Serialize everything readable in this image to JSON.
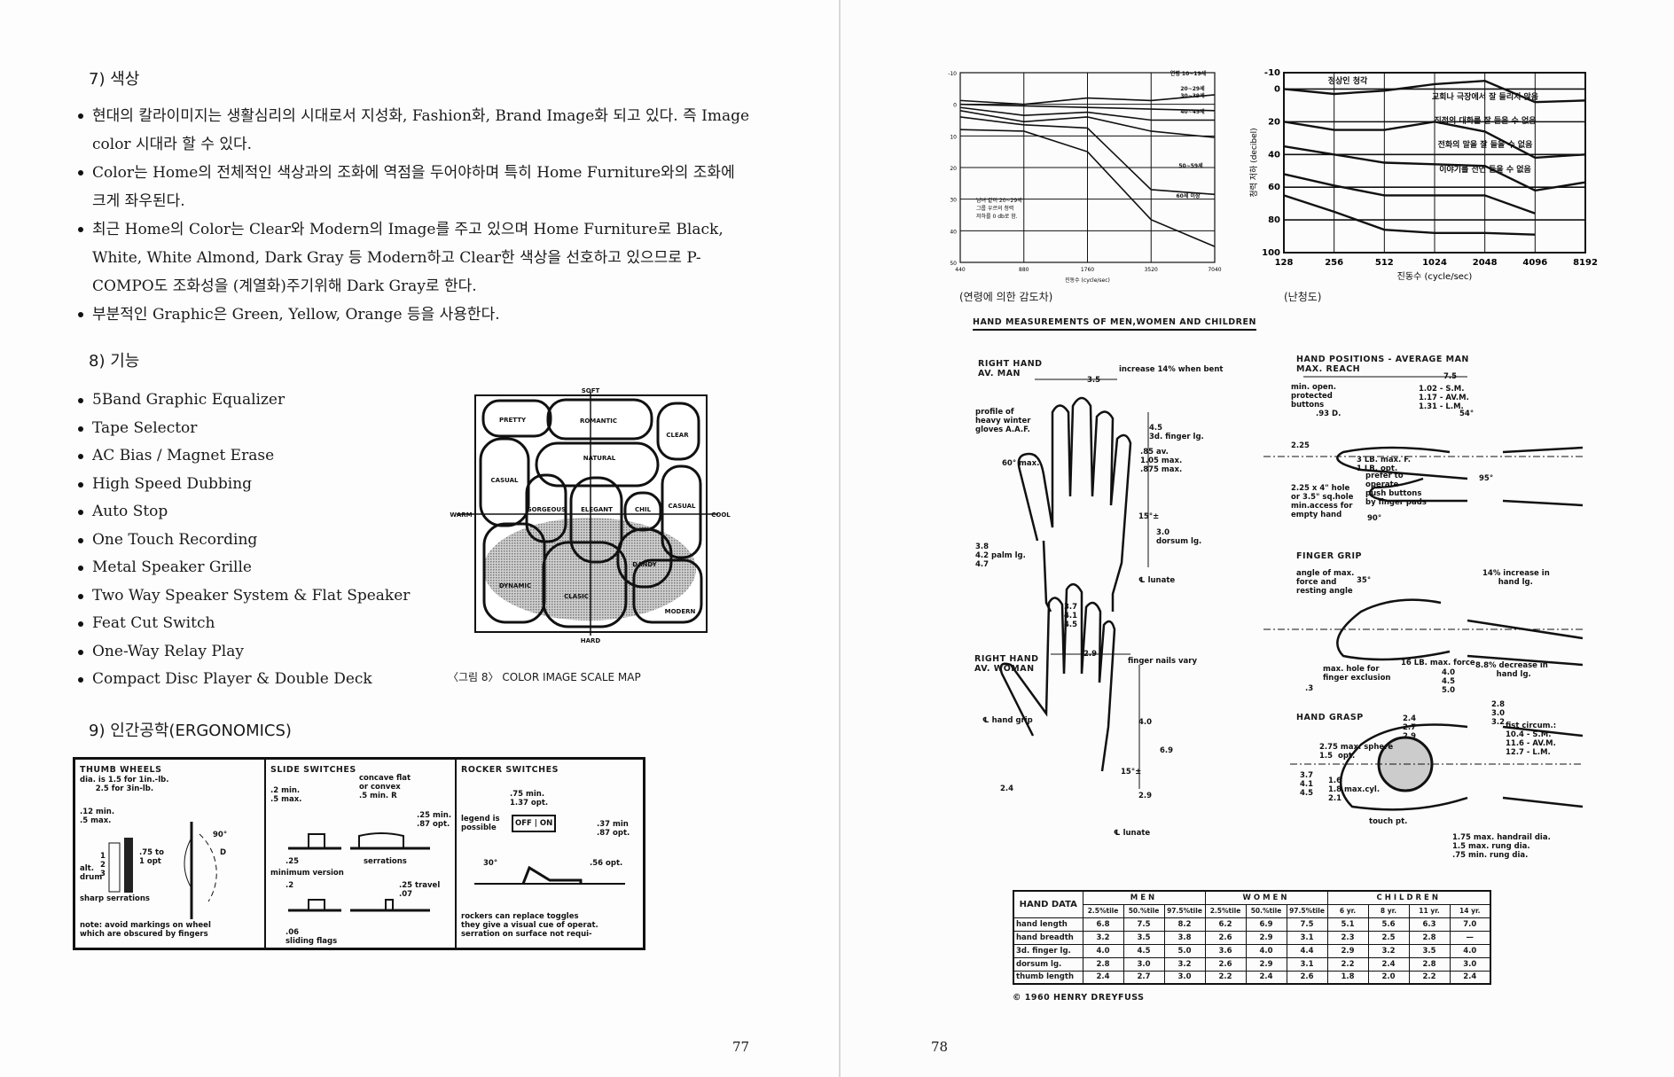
{
  "left_page": {
    "section7": {
      "heading": "7) 색상",
      "bullets": [
        "현대의 칼라이미지는 생활심리의 시대로서 지성화, Fashion화, Brand Image화 되고 있다. 즉 Image color 시대라 할 수 있다.",
        "Color는 Home의 전체적인 색상과의 조화에 역점을 두어야하며 특히 Home Furniture와의 조화에 크게 좌우된다.",
        "최근 Home의 Color는 Clear와 Modern의 Image를 주고 있으며 Home Furniture로 Black, White, White Almond, Dark Gray 등 Modern하고 Clear한 색상을 선호하고 있으므로 P-COMPO도 조화성을 (계열화)주기위해 Dark Gray로 한다.",
        "부분적인 Graphic은 Green, Yellow, Orange 등을 사용한다."
      ]
    },
    "section8": {
      "heading": "8) 기능",
      "items": [
        "5Band Graphic Equalizer",
        "Tape Selector",
        "AC Bias / Magnet Erase",
        "High Speed Dubbing",
        "Auto Stop",
        "One Touch Recording",
        "Metal Speaker Grille",
        "Two Way Speaker System & Flat Speaker",
        "Feat Cut Switch",
        "One-Way Relay Play",
        "Compact Disc Player & Double Deck"
      ]
    },
    "color_map": {
      "caption": "〈그림 8〉 COLOR IMAGE SCALE MAP",
      "axes": {
        "top": "SOFT",
        "bottom": "HARD",
        "left": "WARM",
        "right": "COOL"
      },
      "regions": [
        "PRETTY",
        "ROMANTIC",
        "CLEAR",
        "NATURAL",
        "CASUAL",
        "GORGEOUS",
        "ELEGANT",
        "CHIL",
        "CASUAL",
        "DANDY",
        "DYNAMIC",
        "CLASIC",
        "MODERN"
      ]
    },
    "section9": {
      "heading": "9) 인간공학(ERGONOMICS)",
      "thumb_wheels": {
        "title": "THUMB WHEELS",
        "labels": [
          "dia. is 1.5 for 1in.-lb.\n      2.5 for 3in-lb.",
          ".12 min.\n.5 max.",
          ".75 to\n1 opt",
          "90°",
          "D",
          "alt.\ndrum",
          "1\n2\n3",
          "sharp serrations",
          "note: avoid markings on wheel\nwhich are obscured by fingers"
        ]
      },
      "slide_switches": {
        "title": "SLIDE SWITCHES",
        "labels": [
          ".2 min.\n.5 max.",
          "concave flat\nor convex\n.5 min. R",
          ".25 min.\n.87 opt.",
          ".25",
          "serrations",
          "minimum version",
          ".2",
          ".25 travel\n.07",
          ".06\nsliding flags"
        ]
      },
      "rocker_switches": {
        "title": "ROCKER SWITCHES",
        "labels": [
          ".75 min.\n1.37 opt.",
          "legend is\npossible",
          ".37 min\n.87 opt.",
          "30°",
          ".56 opt.",
          "rockers can replace toggles\nthey give a visual cue of operat.\nserration on surface not requi-"
        ],
        "off": "OFF",
        "on": "ON"
      }
    },
    "page_number": "77"
  },
  "right_page": {
    "caption_age": "(연령에 의한 감도차)",
    "caption_hearing": "(난청도)",
    "hand_title": "HAND MEASUREMENTS OF MEN,WOMEN AND CHILDREN",
    "hand_labels": {
      "man_title": "RIGHT HAND\nAV. MAN",
      "man_bent": "increase 14% when bent",
      "man_w": "3.5",
      "man_gloves": "profile of\nheavy winter\ngloves A.A.F.",
      "man_finger": "4.5\n3d. finger lg.",
      "man_widths": ".85 av.\n1.05 max.\n.875 max.",
      "man_angle": "60° max.",
      "man_15": "15°±",
      "man_dorsum": "3.0\ndorsum lg.",
      "man_palm": "3.8\n4.2 palm lg.\n4.7",
      "man_lunate": "℄ lunate",
      "man_base": "3.7\n4.1\n4.5",
      "wom_title": "RIGHT HAND\nAV. WOMAN",
      "wom_w": "2.9",
      "wom_nails": "finger nails vary",
      "wom_grip": "℄ hand grip",
      "wom_40": "4.0",
      "wom_69": "6.9",
      "wom_15": "15°±",
      "wom_24": "2.4",
      "wom_29": "2.9",
      "wom_lunate": "℄ lunate",
      "pos_title": "HAND POSITIONS - AVERAGE MAN\nMAX. REACH",
      "pos_75": "7.5",
      "pos_min": "min. open.\nprotected\nbuttons",
      "pos_sm": "1.02 - S.M.\n1.17 - AV.M.\n1.31 - L.M.",
      "pos_93": ".93 D.",
      "pos_54": "54°",
      "pos_225": "2.25",
      "pos_lb": "3 LB. max. F.\n1 LB. opt.",
      "pos_prefer": "prefer to\noperate\npush buttons\nby finger pads",
      "pos_95": "95°",
      "pos_hole": "2.25 x 4\" hole\nor 3.5\" sq.hole\nmin.access for\nempty hand",
      "pos_90": "90°",
      "fg_title": "FINGER GRIP",
      "fg_angle": "angle of max.\nforce and\nresting angle",
      "fg_35": "35°",
      "fg_inc": "14% increase in\n      hand lg.",
      "fg_force": "16 LB. max. force",
      "fg_dec": "8.8% decrease in\n        hand lg.",
      "fg_hole": "max. hole for\nfinger exclusion",
      "fg_lens": "4.0\n4.5\n5.0",
      "fg_3": ".3",
      "hg_title": "HAND GRASP",
      "hg_28": "2.8\n3.0\n3.2",
      "hg_24": "2.4\n2.7\n2.9",
      "hg_fist": "fist circum.:\n10.4 - S.M.\n11.6 - AV.M.\n12.7 - L.M.",
      "hg_sphere": "2.75 max. sphere\n1.5  opt.",
      "hg_37": "3.7\n4.1\n4.5",
      "hg_cyl": "1.6\n1.8 max.cyl.\n2.1",
      "hg_touch": "touch pt.",
      "hg_rail": "1.75 max. handrail dia.\n1.5 max. rung dia.\n.75 min. rung dia."
    },
    "hand_table": {
      "corner": "HAND DATA",
      "groups": [
        {
          "name": "MEN",
          "span": 3
        },
        {
          "name": "WOMEN",
          "span": 3
        },
        {
          "name": "CHILDREN",
          "span": 4
        }
      ],
      "columns": [
        "2.5%tile",
        "50.%tile",
        "97.5%tile",
        "2.5%tile",
        "50.%tile",
        "97.5%tile",
        "6 yr.",
        "8 yr.",
        "11 yr.",
        "14 yr."
      ],
      "rows": [
        {
          "label": "hand length",
          "values": [
            "6.8",
            "7.5",
            "8.2",
            "6.2",
            "6.9",
            "7.5",
            "5.1",
            "5.6",
            "6.3",
            "7.0"
          ]
        },
        {
          "label": "hand breadth",
          "values": [
            "3.2",
            "3.5",
            "3.8",
            "2.6",
            "2.9",
            "3.1",
            "2.3",
            "2.5",
            "2.8",
            "—"
          ]
        },
        {
          "label": "3d. finger lg.",
          "values": [
            "4.0",
            "4.5",
            "5.0",
            "3.6",
            "4.0",
            "4.4",
            "2.9",
            "3.2",
            "3.5",
            "4.0"
          ]
        },
        {
          "label": "dorsum lg.",
          "values": [
            "2.8",
            "3.0",
            "3.2",
            "2.6",
            "2.9",
            "3.1",
            "2.2",
            "2.4",
            "2.8",
            "3.0"
          ]
        },
        {
          "label": "thumb length",
          "values": [
            "2.4",
            "2.7",
            "3.0",
            "2.2",
            "2.4",
            "2.6",
            "1.8",
            "2.0",
            "2.2",
            "2.4"
          ]
        }
      ]
    },
    "copyright": "© 1960 HENRY DREYFUSS",
    "page_number": "78"
  },
  "chart_data": [
    {
      "type": "line",
      "title": "(연령에 의한 감도차)",
      "xlabel": "진동수 (cycle/sec)",
      "ylabel": "",
      "categories": [
        "440",
        "880",
        "1760",
        "3520",
        "7040"
      ],
      "yticks": [
        -10,
        0,
        10,
        20,
        30,
        40,
        50
      ],
      "ylim": [
        -10,
        50
      ],
      "y_inverted": true,
      "grid": true,
      "series": [
        {
          "name": "연령 10~19세",
          "values": [
            -1.2,
            0,
            -2,
            -1.2,
            -3
          ]
        },
        {
          "name": "20~29세",
          "values": [
            0,
            0.5,
            1,
            1.5,
            2
          ]
        },
        {
          "name": "30~39세",
          "values": [
            1,
            3.5,
            2.5,
            5,
            5
          ]
        },
        {
          "name": "40~49세",
          "values": [
            2,
            5.5,
            4,
            8.5,
            10.5
          ]
        },
        {
          "name": "50~59세",
          "values": [
            4,
            6.5,
            7.5,
            27,
            28.5
          ]
        },
        {
          "name": "60세 이상",
          "values": [
            8,
            8.5,
            15,
            36.5,
            45
          ]
        }
      ],
      "annotation": "남녀 같이 20~29세\n그룹 우르의 청력\n저하를 0 db로 함."
    },
    {
      "type": "line",
      "title": "(난청도)",
      "xlabel": "진동수 (cycle/sec)",
      "ylabel": "청력 저하 (decibel)",
      "categories": [
        "128",
        "256",
        "512",
        "1024",
        "2048",
        "4096",
        "8192"
      ],
      "yticks": [
        -10,
        0,
        20,
        40,
        60,
        80,
        100
      ],
      "ylim": [
        -10,
        100
      ],
      "y_inverted": true,
      "grid": true,
      "series": [
        {
          "name": "정상인 청각",
          "values": [
            0,
            3,
            1,
            -3,
            -5,
            8,
            7
          ]
        },
        {
          "name": "교회나 극장에서 잘 들리지 않음",
          "values": [
            20,
            25,
            25,
            20,
            26,
            42,
            40
          ]
        },
        {
          "name": "직접의 대화를 잘 들을 수 없음",
          "values": [
            35,
            40,
            45,
            46,
            47,
            62,
            57
          ]
        },
        {
          "name": "전화의 말을 잘 들을 수 없음",
          "values": [
            52,
            59,
            65,
            65,
            65,
            76,
            null
          ]
        },
        {
          "name": "이야기를 전연 들을 수 없음",
          "values": [
            65,
            75,
            86,
            88,
            88,
            89,
            null
          ]
        }
      ]
    }
  ]
}
